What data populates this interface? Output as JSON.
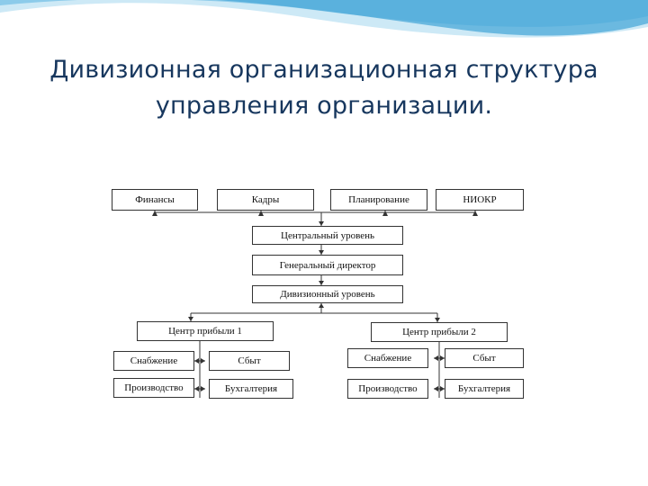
{
  "slide": {
    "title_line1": "Дивизионная организационная структура",
    "title_line2": "управления организации."
  },
  "diagram": {
    "top_boxes": [
      "Финансы",
      "Кадры",
      "Планирование",
      "НИОКР"
    ],
    "central": [
      "Центральный уровень",
      "Генеральный директор",
      "Дивизионный уровень"
    ],
    "profit_centers": [
      {
        "name": "Центр прибыли 1",
        "units": [
          "Снабжение",
          "Сбыт",
          "Производство",
          "Бухгалтерия"
        ]
      },
      {
        "name": "Центр прибыли 2",
        "units": [
          "Снабжение",
          "Сбыт",
          "Производство",
          "Бухгалтерия"
        ]
      }
    ]
  },
  "colors": {
    "title": "#17375e",
    "wave_dark": "#4aa8d8",
    "wave_light": "#bfe3f5"
  }
}
